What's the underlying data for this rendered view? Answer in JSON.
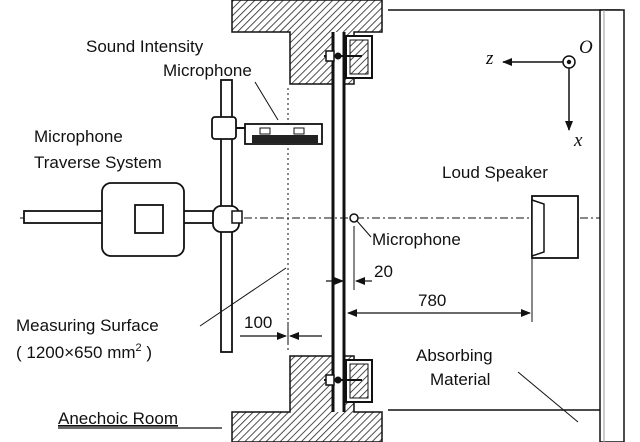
{
  "labels": {
    "sound_intensity_line1": "Sound Intensity",
    "sound_intensity_line2": "Microphone",
    "traverse_line1": "Microphone",
    "traverse_line2": "Traverse System",
    "loud_speaker": "Loud Speaker",
    "microphone": "Microphone",
    "measuring_surface": "Measuring Surface",
    "surface_size": "( 1200×650 mm",
    "surface_size_exp": "2",
    "surface_size_close": " )",
    "absorbing_line1": "Absorbing",
    "absorbing_line2": "Material",
    "anechoic_room": "Anechoic Room"
  },
  "dimensions": {
    "gap": "20",
    "speaker_distance": "780",
    "surface_distance": "100"
  },
  "axes": {
    "z": "z",
    "origin": "O",
    "x": "x"
  }
}
